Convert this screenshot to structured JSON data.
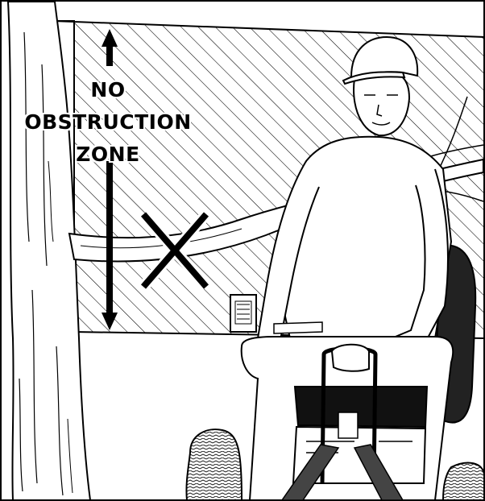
{
  "zone_label": {
    "line1": "NO",
    "line2": "OBSTRUCTION",
    "line3": "ZONE"
  },
  "colors": {
    "ink": "#000000",
    "background": "#ffffff"
  },
  "icons": {
    "prohibited_mark": "x-mark-icon",
    "height_arrow": "double-arrow-icon"
  }
}
